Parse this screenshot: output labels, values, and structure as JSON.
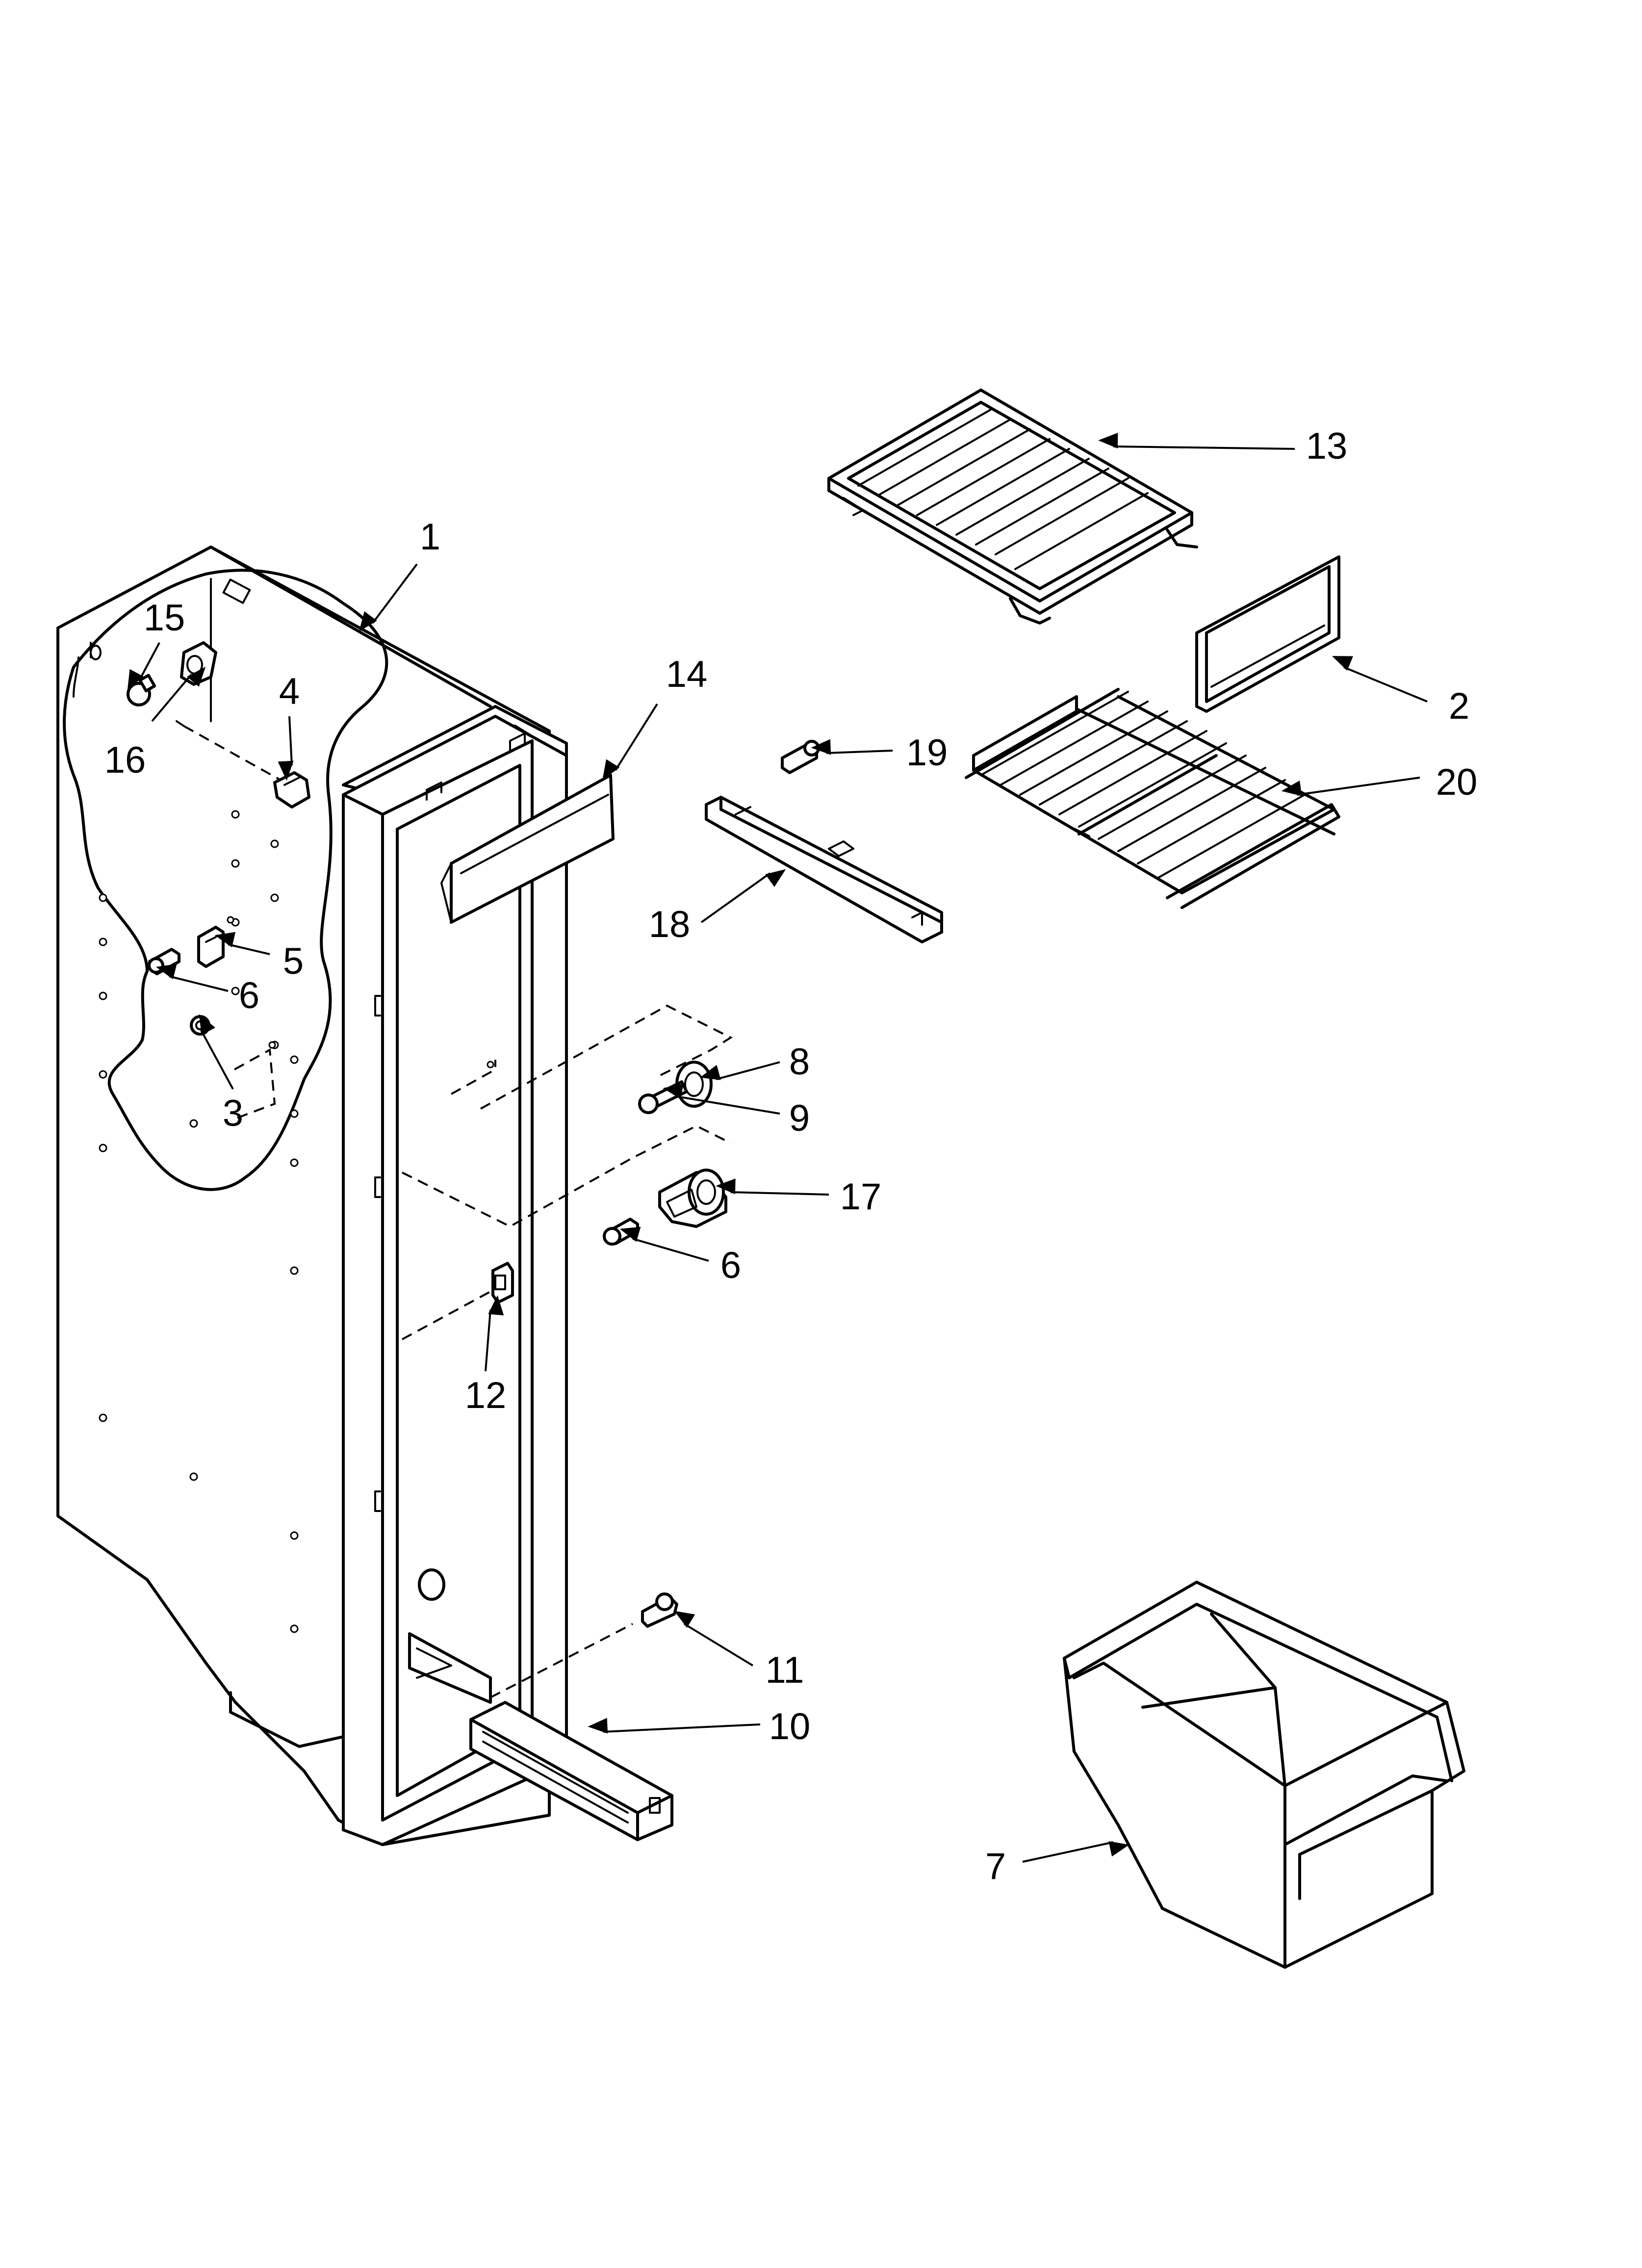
{
  "diagram": {
    "callouts": [
      "1",
      "2",
      "3",
      "4",
      "5",
      "6",
      "6",
      "7",
      "8",
      "9",
      "10",
      "11",
      "12",
      "13",
      "14",
      "15",
      "16",
      "17",
      "18",
      "19",
      "20"
    ]
  }
}
